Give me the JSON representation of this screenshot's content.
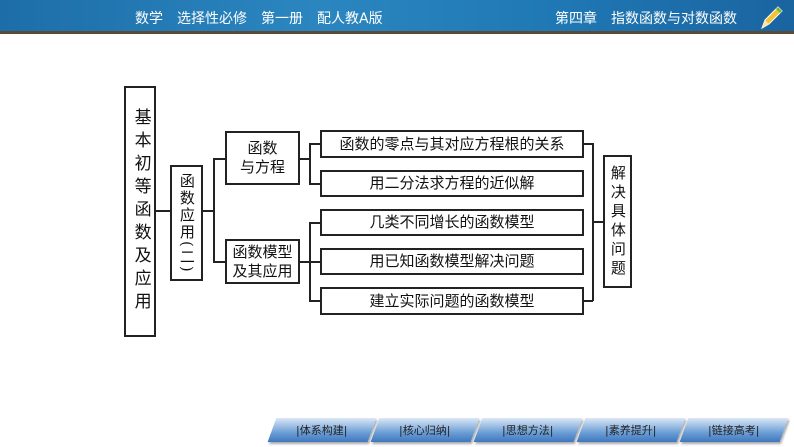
{
  "header": {
    "book": "数学　选择性必修　第一册　配人教A版",
    "chapter": "第四章　指数函数与对数函数",
    "icon": "pencil-icon"
  },
  "diagram": {
    "root": "基本初等函数及应用",
    "level1": "函数应用(二)",
    "level2": [
      "函数与方程",
      "函数模型及其应用"
    ],
    "level2_lines": [
      [
        "函数",
        "与方程"
      ],
      [
        "函数模型",
        "及其应用"
      ]
    ],
    "leaves": [
      "函数的零点与其对应方程根的关系",
      "用二分法求方程的近似解",
      "几类不同增长的函数模型",
      "用已知函数模型解决问题",
      "建立实际问题的函数模型"
    ],
    "goal": "解决具体问题"
  },
  "nav": [
    "|体系构建|",
    "|核心归纳|",
    "|思想方法|",
    "|素养提升|",
    "|链接高考|"
  ]
}
